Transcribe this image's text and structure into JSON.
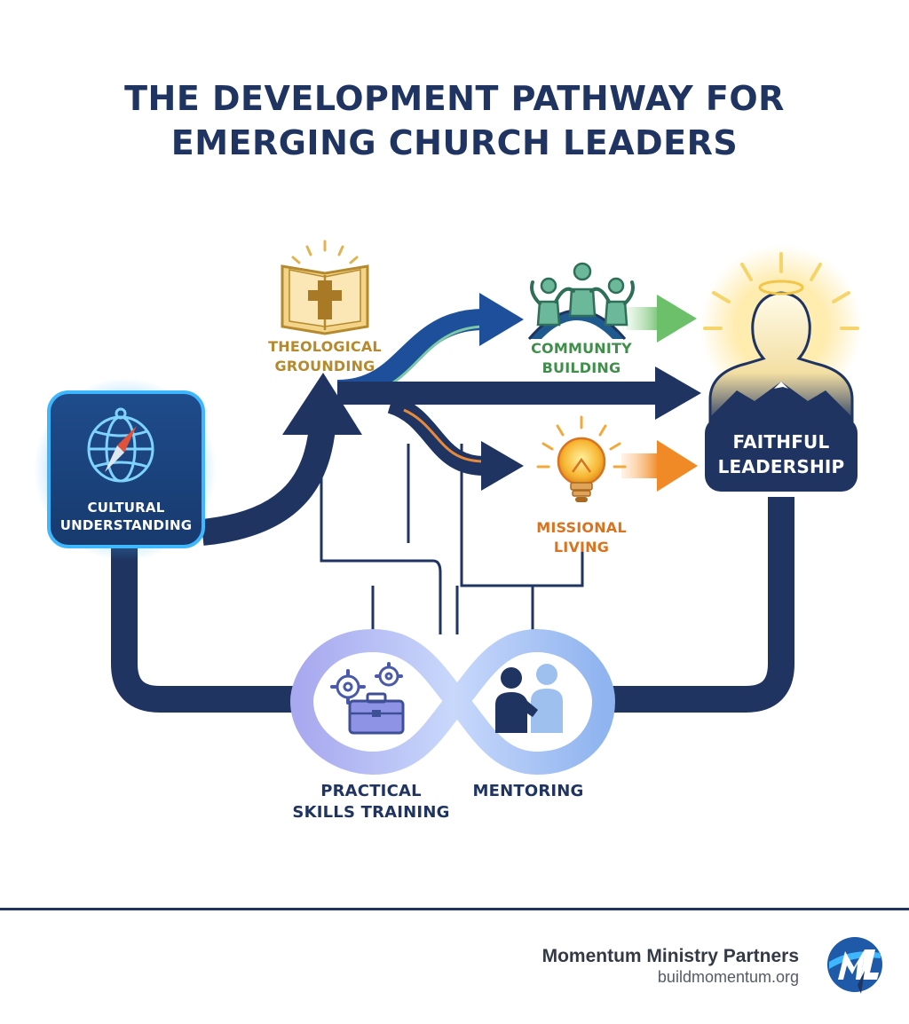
{
  "title": {
    "line1": "THE DEVELOPMENT PATHWAY FOR",
    "line2": "EMERGING CHURCH LEADERS"
  },
  "nodes": {
    "cultural": {
      "line1": "CULTURAL",
      "line2": "UNDERSTANDING",
      "icon": "compass-globe-icon"
    },
    "theological": {
      "line1": "THEOLOGICAL",
      "line2": "GROUNDING",
      "icon": "bible-cross-icon"
    },
    "community": {
      "line1": "COMMUNITY",
      "line2": "BUILDING",
      "icon": "people-circle-icon"
    },
    "missional": {
      "line1": "MISSIONAL",
      "line2": "LIVING",
      "icon": "lightbulb-icon"
    },
    "faithful": {
      "line1": "FAITHFUL",
      "line2": "LEADERSHIP",
      "icon": "leader-silhouette-icon"
    },
    "practical": {
      "line1": "PRACTICAL",
      "line2": "SKILLS TRAINING",
      "icon": "gears-toolbox-icon"
    },
    "mentoring": {
      "line1": "MENTORING",
      "icon": "mentor-people-icon"
    }
  },
  "colors": {
    "navy": "#1f3461",
    "blue": "#1e4f9a",
    "gold": "#b58a2e",
    "green": "#3f8f4a",
    "orange": "#d9731f",
    "purple": "#8f8fe0"
  },
  "footer": {
    "organization": "Momentum Ministry Partners",
    "url": "buildmomentum.org",
    "logo": "momentum-logo-icon"
  }
}
